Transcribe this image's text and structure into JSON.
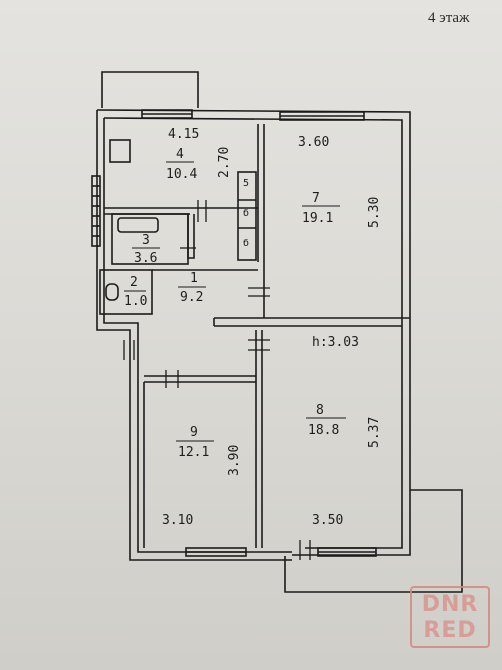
{
  "header": {
    "floor_label": "4 этаж"
  },
  "rooms": [
    {
      "id": "4",
      "number": "4",
      "area": "10.4",
      "top_dim": "4.15",
      "side_dim": "2.70"
    },
    {
      "id": "7",
      "number": "7",
      "area": "19.1",
      "top_dim": "3.60",
      "side_dim": "5.30"
    },
    {
      "id": "3",
      "number": "3",
      "area": "3.6"
    },
    {
      "id": "2",
      "number": "2",
      "area": "1.0"
    },
    {
      "id": "1",
      "number": "1",
      "area": "9.2"
    },
    {
      "id": "8",
      "number": "8",
      "area": "18.8",
      "side_dim": "5.37",
      "height_note": "h:3.03",
      "bottom_dim": "3.50"
    },
    {
      "id": "9",
      "number": "9",
      "area": "12.1",
      "side_dim": "3.90",
      "bottom_dim": "3.10"
    }
  ],
  "closets": [
    "5",
    "б",
    "б"
  ],
  "watermark": {
    "line1": "DNR",
    "line2": "RED"
  }
}
